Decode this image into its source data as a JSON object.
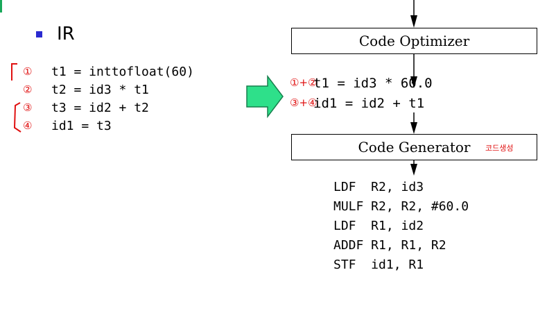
{
  "ir": {
    "title": "IR",
    "lines": [
      {
        "code": "t1 = inttofloat(60)",
        "note": "①"
      },
      {
        "code": "t2 = id3 * t1",
        "note": "②"
      },
      {
        "code": "t3 = id2 + t2",
        "note": "③"
      },
      {
        "code": "id1 = t3",
        "note": "④"
      }
    ]
  },
  "optimizer": {
    "box_label": "Code Optimizer",
    "lines": [
      {
        "code": "t1 = id3 * 60.0",
        "note": "①+②"
      },
      {
        "code": "id1 = id2 + t1",
        "note": "③+④"
      }
    ]
  },
  "generator": {
    "box_label": "Code Generator",
    "note": "코드생성"
  },
  "assembly": [
    "LDF  R2, id3",
    "MULF R2, R2, #60.0",
    "LDF  R1, id2",
    "ADDF R1, R1, R2",
    "STF  id1, R1"
  ],
  "colors": {
    "annotation": "#e01010",
    "arrow_fill": "#2ee08a",
    "arrow_stroke": "#177f4d",
    "bullet": "#2a2ad0"
  }
}
